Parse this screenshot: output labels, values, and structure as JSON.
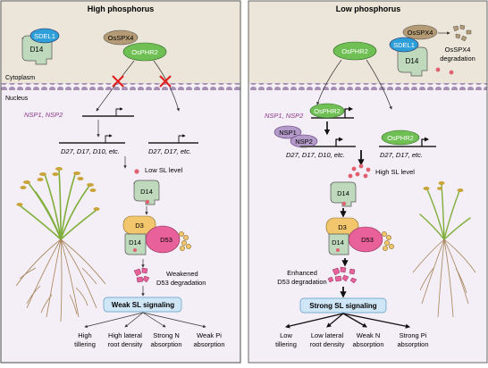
{
  "left_panel": {
    "title": "High phosphorus",
    "cytoplasm_label": "Cytoplasm",
    "nucleus_label": "Nucleus",
    "proteins": {
      "sdel1": "SDEL1",
      "d14": "D14",
      "osspx4": "OsSPX4",
      "osphr2": "OsPHR2",
      "d3": "D3",
      "d53": "D53"
    },
    "genes_nsp": "NSP1, NSP2",
    "genes_d_left": "D27, D17, D10, etc.",
    "genes_d_right": "D27, D17, etc.",
    "sl_level": "Low SL level",
    "d53_note_1": "Weakened",
    "d53_note_2": "D53 degradation",
    "signaling": "Weak SL signaling",
    "outcomes": [
      {
        "line1": "High",
        "line2": "tillering"
      },
      {
        "line1": "High lateral",
        "line2": "root density"
      },
      {
        "line1": "Strong N",
        "line2": "absorption"
      },
      {
        "line1": "Weak Pi",
        "line2": "absorption"
      }
    ]
  },
  "right_panel": {
    "title": "Low phosphorus",
    "proteins": {
      "sdel1": "SDEL1",
      "d14": "D14",
      "osspx4": "OsSPX4",
      "osphr2": "OsPHR2",
      "nsp1": "NSP1",
      "nsp2": "NSP2",
      "d3": "D3",
      "d53": "D53"
    },
    "degradation_1": "OsSPX4",
    "degradation_2": "degradation",
    "genes_nsp": "NSP1, NSP2",
    "genes_d_left": "D27, D17, D10, etc.",
    "genes_d_right": "D27, D17, etc.",
    "sl_level": "High SL level",
    "d53_note_1": "Enhanced",
    "d53_note_2": "D53 degradation",
    "signaling": "Strong SL signaling",
    "outcomes": [
      {
        "line1": "Low",
        "line2": "tillering"
      },
      {
        "line1": "Low lateral",
        "line2": "root density"
      },
      {
        "line1": "Weak N",
        "line2": "absorption"
      },
      {
        "line1": "Strong Pi",
        "line2": "absorption"
      }
    ]
  },
  "colors": {
    "cytoplasm": "#ece6da",
    "nucleus": "#f4eef6",
    "membrane": "#a78fb4",
    "osphr2": "#6fbf54",
    "sdel1": "#2e9fd8",
    "d14": "#bfd9bd",
    "osspx4": "#b49b76",
    "d3": "#f2c66d",
    "d53": "#e8619a",
    "nsp": "#b39ac9",
    "sl": "#e06070",
    "signaling_box": "#cfe6f6",
    "red_cross": "#e02020",
    "gene_text": "#8b3a8b"
  }
}
